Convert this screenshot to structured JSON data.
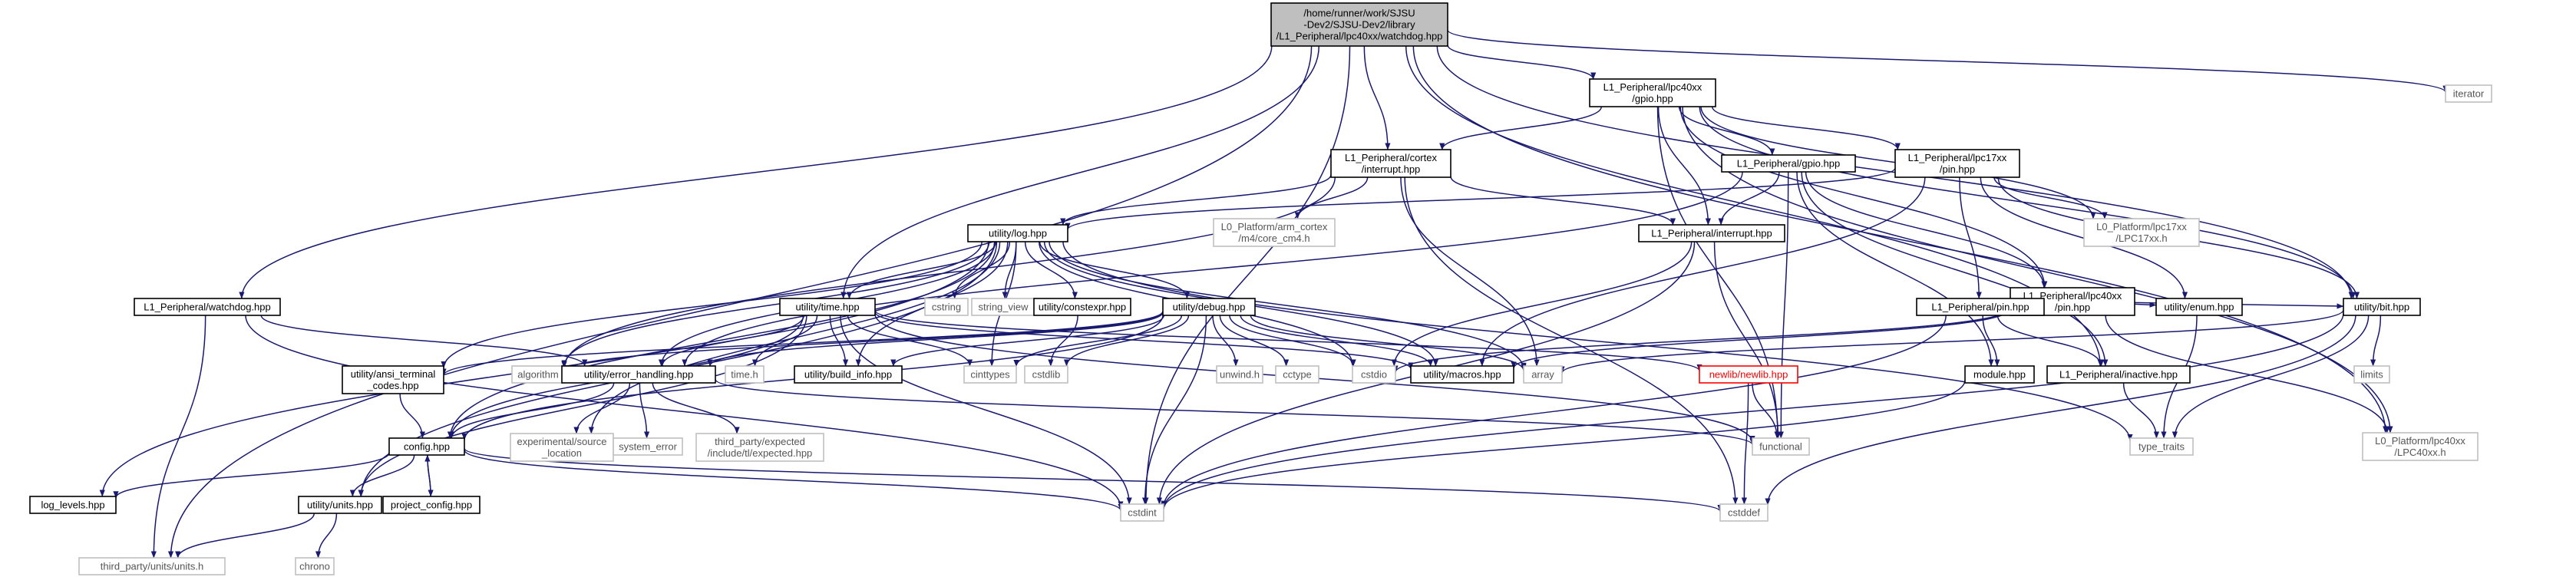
{
  "graph": {
    "colors": {
      "edge": "#191970",
      "root_fill": "#bfbfbf",
      "root_border": "#000000",
      "node_fill": "#ffffff",
      "node_border": "#000000",
      "system_border": "#bfbfbf",
      "undoc_border": "#ff0000",
      "text_dark": "#000000",
      "text_system": "#555555"
    },
    "nodes": [
      {
        "id": "root",
        "kind": "root",
        "lines": [
          "/home/runner/work/SJSU",
          "-Dev2/SJSU-Dev2/library",
          "/L1_Peripheral/lpc40xx/watchdog.hpp"
        ]
      },
      {
        "id": "iterator",
        "kind": "system",
        "lines": [
          "iterator"
        ]
      },
      {
        "id": "lpc40xx_gpio",
        "kind": "doc",
        "lines": [
          "L1_Peripheral/lpc40xx",
          "/gpio.hpp"
        ]
      },
      {
        "id": "cortex_interrupt",
        "kind": "doc",
        "lines": [
          "L1_Peripheral/cortex",
          "/interrupt.hpp"
        ]
      },
      {
        "id": "gpio",
        "kind": "doc",
        "lines": [
          "L1_Peripheral/gpio.hpp"
        ]
      },
      {
        "id": "lpc17xx_pin",
        "kind": "doc",
        "lines": [
          "L1_Peripheral/lpc17xx",
          "/pin.hpp"
        ]
      },
      {
        "id": "core_cm4",
        "kind": "system",
        "lines": [
          "L0_Platform/arm_cortex",
          "/m4/core_cm4.h"
        ]
      },
      {
        "id": "lpc17xx_h",
        "kind": "system",
        "lines": [
          "L0_Platform/lpc17xx",
          "/LPC17xx.h"
        ]
      },
      {
        "id": "log",
        "kind": "doc",
        "lines": [
          "utility/log.hpp"
        ]
      },
      {
        "id": "interrupt",
        "kind": "doc",
        "lines": [
          "L1_Peripheral/interrupt.hpp"
        ]
      },
      {
        "id": "lpc40xx_pin",
        "kind": "doc",
        "lines": [
          "L1_Peripheral/lpc40xx",
          "/pin.hpp"
        ]
      },
      {
        "id": "lpc40xx_h",
        "kind": "system",
        "lines": [
          "L0_Platform/lpc40xx",
          "/LPC40xx.h"
        ]
      },
      {
        "id": "wd",
        "kind": "doc",
        "lines": [
          "L1_Peripheral/watchdog.hpp"
        ]
      },
      {
        "id": "time",
        "kind": "doc",
        "lines": [
          "utility/time.hpp"
        ]
      },
      {
        "id": "cstring",
        "kind": "system",
        "lines": [
          "cstring"
        ]
      },
      {
        "id": "string_view",
        "kind": "system",
        "lines": [
          "string_view"
        ]
      },
      {
        "id": "constexpr",
        "kind": "doc",
        "lines": [
          "utility/constexpr.hpp"
        ]
      },
      {
        "id": "debug",
        "kind": "doc",
        "lines": [
          "utility/debug.hpp"
        ]
      },
      {
        "id": "pin",
        "kind": "doc",
        "lines": [
          "L1_Peripheral/pin.hpp"
        ]
      },
      {
        "id": "enum",
        "kind": "doc",
        "lines": [
          "utility/enum.hpp"
        ]
      },
      {
        "id": "bit",
        "kind": "doc",
        "lines": [
          "utility/bit.hpp"
        ]
      },
      {
        "id": "ansi",
        "kind": "doc",
        "lines": [
          "utility/ansi_terminal",
          "_codes.hpp"
        ]
      },
      {
        "id": "algorithm",
        "kind": "system",
        "lines": [
          "algorithm"
        ]
      },
      {
        "id": "error_handling",
        "kind": "doc",
        "lines": [
          "utility/error_handling.hpp"
        ]
      },
      {
        "id": "time_h",
        "kind": "system",
        "lines": [
          "time.h"
        ]
      },
      {
        "id": "build_info",
        "kind": "doc",
        "lines": [
          "utility/build_info.hpp"
        ]
      },
      {
        "id": "cinttypes",
        "kind": "system",
        "lines": [
          "cinttypes"
        ]
      },
      {
        "id": "cstdlib",
        "kind": "system",
        "lines": [
          "cstdlib"
        ]
      },
      {
        "id": "unwind",
        "kind": "system",
        "lines": [
          "unwind.h"
        ]
      },
      {
        "id": "cctype",
        "kind": "system",
        "lines": [
          "cctype"
        ]
      },
      {
        "id": "cstdio",
        "kind": "system",
        "lines": [
          "cstdio"
        ]
      },
      {
        "id": "macros",
        "kind": "doc",
        "lines": [
          "utility/macros.hpp"
        ]
      },
      {
        "id": "array",
        "kind": "system",
        "lines": [
          "array"
        ]
      },
      {
        "id": "newlib",
        "kind": "undoc",
        "lines": [
          "newlib/newlib.hpp"
        ]
      },
      {
        "id": "module",
        "kind": "doc",
        "lines": [
          "module.hpp"
        ]
      },
      {
        "id": "inactive",
        "kind": "doc",
        "lines": [
          "L1_Peripheral/inactive.hpp"
        ]
      },
      {
        "id": "limits",
        "kind": "system",
        "lines": [
          "limits"
        ]
      },
      {
        "id": "config",
        "kind": "doc",
        "lines": [
          "config.hpp"
        ]
      },
      {
        "id": "source_location",
        "kind": "system",
        "lines": [
          "experimental/source",
          "_location"
        ]
      },
      {
        "id": "system_error",
        "kind": "system",
        "lines": [
          "system_error"
        ]
      },
      {
        "id": "expected",
        "kind": "system",
        "lines": [
          "third_party/expected",
          "/include/tl/expected.hpp"
        ]
      },
      {
        "id": "functional",
        "kind": "system",
        "lines": [
          "functional"
        ]
      },
      {
        "id": "type_traits",
        "kind": "system",
        "lines": [
          "type_traits"
        ]
      },
      {
        "id": "log_levels",
        "kind": "doc",
        "lines": [
          "log_levels.hpp"
        ]
      },
      {
        "id": "units",
        "kind": "doc",
        "lines": [
          "utility/units.hpp"
        ]
      },
      {
        "id": "project_config",
        "kind": "doc",
        "lines": [
          "project_config.hpp"
        ]
      },
      {
        "id": "cstdint",
        "kind": "system",
        "lines": [
          "cstdint"
        ]
      },
      {
        "id": "cstddef",
        "kind": "system",
        "lines": [
          "cstddef"
        ]
      },
      {
        "id": "units_h",
        "kind": "system",
        "lines": [
          "third_party/units/units.h"
        ]
      },
      {
        "id": "chrono",
        "kind": "system",
        "lines": [
          "chrono"
        ]
      }
    ],
    "edges": [
      [
        "root",
        "iterator"
      ],
      [
        "root",
        "lpc40xx_gpio"
      ],
      [
        "root",
        "cortex_interrupt"
      ],
      [
        "root",
        "wd"
      ],
      [
        "root",
        "time"
      ],
      [
        "root",
        "bit"
      ],
      [
        "root",
        "lpc40xx_h"
      ],
      [
        "root",
        "cstdint"
      ],
      [
        "root",
        "units_h"
      ],
      [
        "root",
        "inactive"
      ],
      [
        "lpc40xx_gpio",
        "gpio"
      ],
      [
        "lpc40xx_gpio",
        "lpc17xx_pin"
      ],
      [
        "lpc40xx_gpio",
        "lpc40xx_pin"
      ],
      [
        "lpc40xx_gpio",
        "cortex_interrupt"
      ],
      [
        "lpc40xx_gpio",
        "interrupt"
      ],
      [
        "lpc40xx_gpio",
        "lpc17xx_h"
      ],
      [
        "lpc40xx_gpio",
        "lpc40xx_h"
      ],
      [
        "lpc40xx_gpio",
        "functional"
      ],
      [
        "lpc40xx_gpio",
        "bit"
      ],
      [
        "cortex_interrupt",
        "log"
      ],
      [
        "cortex_interrupt",
        "interrupt"
      ],
      [
        "cortex_interrupt",
        "core_cm4"
      ],
      [
        "cortex_interrupt",
        "algorithm"
      ],
      [
        "cortex_interrupt",
        "array"
      ],
      [
        "cortex_interrupt",
        "cstddef"
      ],
      [
        "gpio",
        "interrupt"
      ],
      [
        "gpio",
        "functional"
      ],
      [
        "gpio",
        "module"
      ],
      [
        "gpio",
        "inactive"
      ],
      [
        "gpio",
        "error_handling"
      ],
      [
        "gpio",
        "lpc40xx_pin"
      ],
      [
        "lpc17xx_pin",
        "pin"
      ],
      [
        "lpc17xx_pin",
        "bit"
      ],
      [
        "lpc17xx_pin",
        "lpc17xx_h"
      ],
      [
        "lpc17xx_pin",
        "macros"
      ],
      [
        "lpc17xx_pin",
        "enum"
      ],
      [
        "lpc17xx_pin",
        "log"
      ],
      [
        "lpc40xx_pin",
        "pin"
      ],
      [
        "lpc40xx_pin",
        "bit"
      ],
      [
        "lpc40xx_pin",
        "lpc40xx_h"
      ],
      [
        "lpc40xx_pin",
        "macros"
      ],
      [
        "lpc40xx_pin",
        "enum"
      ],
      [
        "lpc40xx_pin",
        "cstdio"
      ],
      [
        "interrupt",
        "functional"
      ],
      [
        "interrupt",
        "cstdint"
      ],
      [
        "interrupt",
        "cstdio"
      ],
      [
        "log",
        "cstring"
      ],
      [
        "log",
        "string_view"
      ],
      [
        "log",
        "constexpr"
      ],
      [
        "log",
        "debug"
      ],
      [
        "log",
        "time"
      ],
      [
        "log",
        "ansi"
      ],
      [
        "log",
        "algorithm"
      ],
      [
        "log",
        "error_handling"
      ],
      [
        "log",
        "cinttypes"
      ],
      [
        "log",
        "cstdio"
      ],
      [
        "log",
        "macros"
      ],
      [
        "log",
        "array"
      ],
      [
        "log",
        "log_levels"
      ],
      [
        "log",
        "config"
      ],
      [
        "log",
        "units"
      ],
      [
        "log",
        "build_info"
      ],
      [
        "log",
        "type_traits"
      ],
      [
        "log",
        "source_location"
      ],
      [
        "wd",
        "error_handling"
      ],
      [
        "wd",
        "cstdint"
      ],
      [
        "wd",
        "units_h"
      ],
      [
        "time",
        "build_info"
      ],
      [
        "time",
        "error_handling"
      ],
      [
        "time",
        "cinttypes"
      ],
      [
        "time",
        "time_h"
      ],
      [
        "time",
        "newlib"
      ],
      [
        "time",
        "cstdint"
      ],
      [
        "time",
        "functional"
      ],
      [
        "time",
        "units"
      ],
      [
        "time",
        "macros"
      ],
      [
        "time",
        "config"
      ],
      [
        "constexpr",
        "cstdlib"
      ],
      [
        "debug",
        "ansi"
      ],
      [
        "debug",
        "build_info"
      ],
      [
        "debug",
        "unwind"
      ],
      [
        "debug",
        "cctype"
      ],
      [
        "debug",
        "cstdio"
      ],
      [
        "debug",
        "macros"
      ],
      [
        "debug",
        "array"
      ],
      [
        "debug",
        "cinttypes"
      ],
      [
        "debug",
        "cstdlib"
      ],
      [
        "debug",
        "cstdint"
      ],
      [
        "debug",
        "algorithm"
      ],
      [
        "debug",
        "error_handling"
      ],
      [
        "debug",
        "config"
      ],
      [
        "pin",
        "module"
      ],
      [
        "pin",
        "inactive"
      ],
      [
        "pin",
        "cstdint"
      ],
      [
        "enum",
        "type_traits"
      ],
      [
        "bit",
        "limits"
      ],
      [
        "bit",
        "type_traits"
      ],
      [
        "bit",
        "cstdint"
      ],
      [
        "bit",
        "cstddef"
      ],
      [
        "bit",
        "array"
      ],
      [
        "ansi",
        "config"
      ],
      [
        "error_handling",
        "config"
      ],
      [
        "error_handling",
        "source_location"
      ],
      [
        "error_handling",
        "system_error"
      ],
      [
        "error_handling",
        "expected"
      ],
      [
        "error_handling",
        "functional"
      ],
      [
        "newlib",
        "functional"
      ],
      [
        "newlib",
        "cstddef"
      ],
      [
        "module",
        "cstdint"
      ],
      [
        "inactive",
        "type_traits"
      ],
      [
        "config",
        "log_levels"
      ],
      [
        "config",
        "units"
      ],
      [
        "config",
        "project_config"
      ],
      [
        "config",
        "cstdint"
      ],
      [
        "config",
        "cstddef"
      ],
      [
        "project_config",
        "config"
      ],
      [
        "units",
        "units_h"
      ],
      [
        "units",
        "chrono"
      ]
    ]
  }
}
